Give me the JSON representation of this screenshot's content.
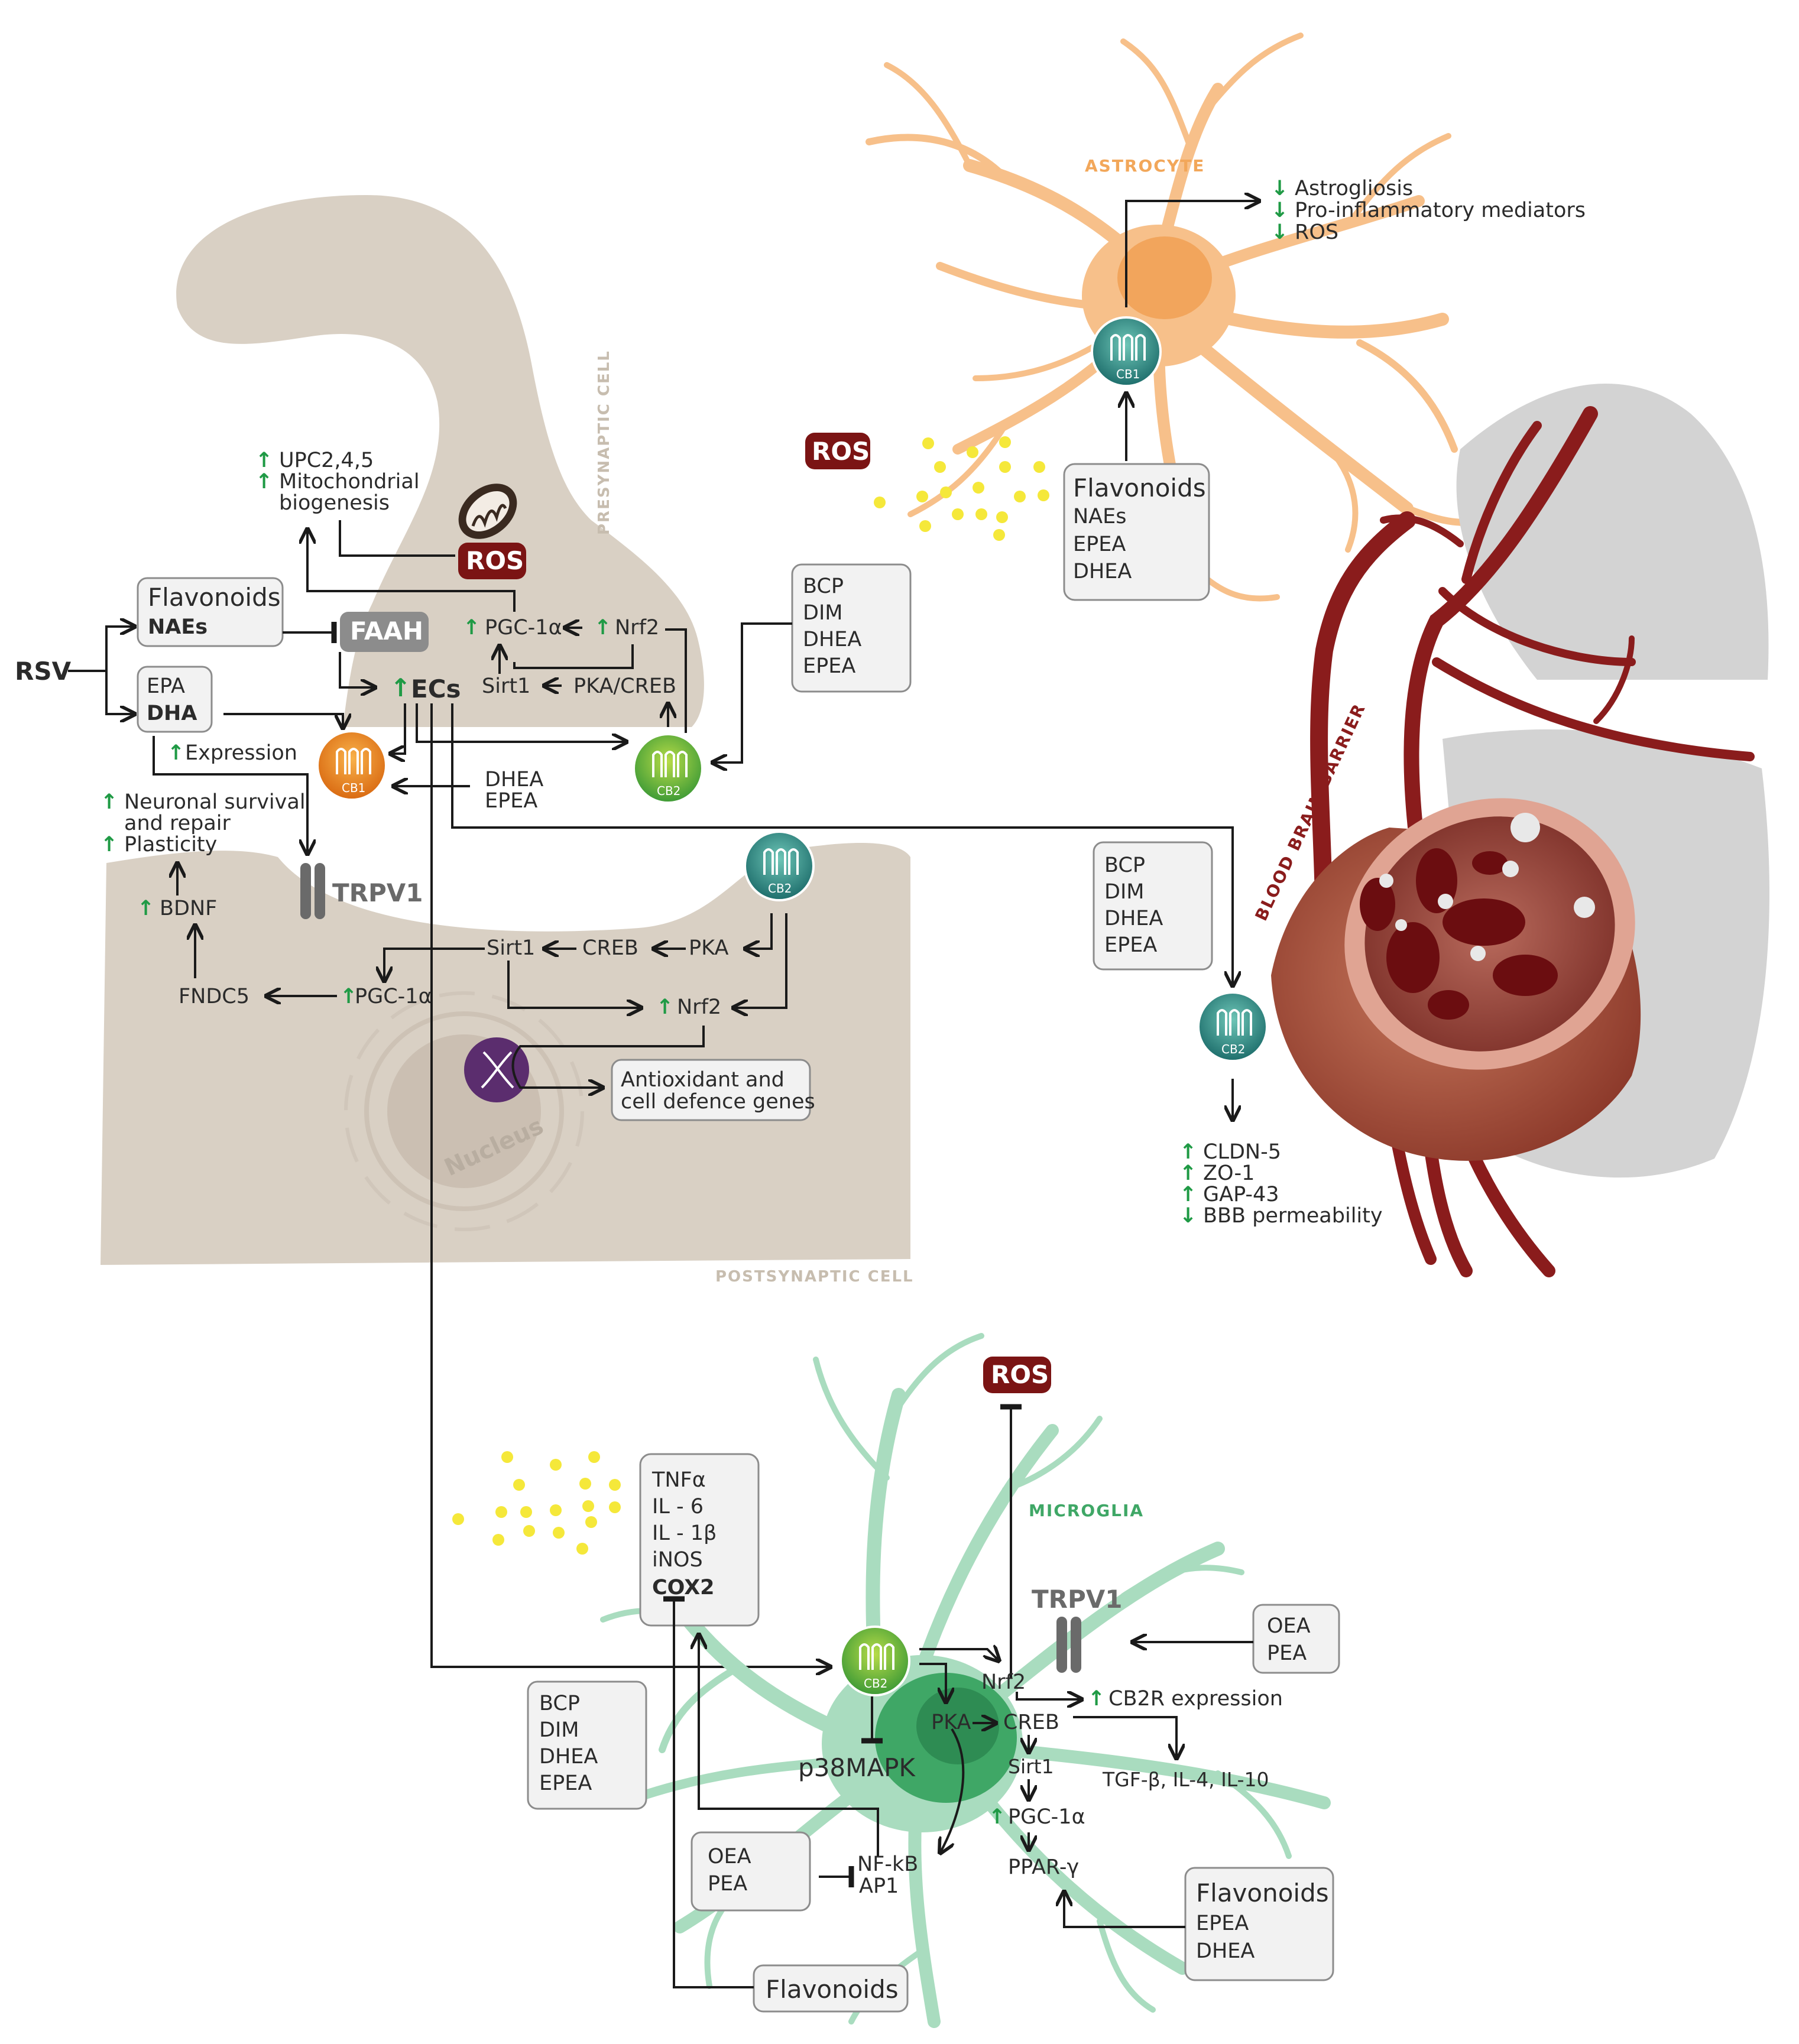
{
  "cells": {
    "astrocyte": "ASTROCYTE",
    "presynaptic": "PRESYNAPTIC CELL",
    "postsynaptic": "POSTSYNAPTIC CELL",
    "bbb": "BLOOD BRAIN BARRIER",
    "nucleus": "Nucleus",
    "microglia": "MICROGLIA"
  },
  "receptors": {
    "cb1": "CB1",
    "cb2": "CB2",
    "trpv1": "TRPV1"
  },
  "ros": "ROS",
  "astrocyte_effects": [
    "Astrogliosis",
    "Pro-inflammatory mediators",
    "ROS"
  ],
  "astro_box": [
    "Flavonoids",
    "NAEs",
    "EPEA",
    "DHEA"
  ],
  "mito_effects": [
    "UPC2,4,5",
    "Mitochondrial",
    "biogenesis"
  ],
  "rsv": "RSV",
  "naes_box": [
    "Flavonoids",
    "NAEs"
  ],
  "dha_box": [
    "EPA",
    "DHA"
  ],
  "faah": "FAAH",
  "ecs": "ECs",
  "pre_path": {
    "pgc": "PGC-1α",
    "nrf2": "Nrf2",
    "sirt1": "Sirt1",
    "pka_creb": "PKA/CREB"
  },
  "presyn_box": [
    "BCP",
    "DIM",
    "DHEA",
    "EPEA"
  ],
  "expression": "Expression",
  "dhea_epea": [
    "DHEA",
    "EPEA"
  ],
  "neuronal": [
    "Neuronal survival",
    "and repair",
    "Plasticity"
  ],
  "post_path": {
    "bdnf": "BDNF",
    "fndc5": "FNDC5",
    "pgc": "PGC-1α",
    "sirt1": "Sirt1",
    "creb": "CREB",
    "pka": "PKA",
    "nrf2": "Nrf2"
  },
  "antioxidant": [
    "Antioxidant and",
    "cell defence genes"
  ],
  "bbb_box": [
    "BCP",
    "DIM",
    "DHEA",
    "EPEA"
  ],
  "bbb_effects": [
    "CLDN-5",
    "ZO-1",
    "GAP-43",
    "BBB permeability"
  ],
  "cytokines": [
    "TNFα",
    "IL - 6",
    "IL - 1β",
    "iNOS",
    "COX2"
  ],
  "micro_box_left": [
    "BCP",
    "DIM",
    "DHEA",
    "EPEA"
  ],
  "micro_oea_right": [
    "OEA",
    "PEA"
  ],
  "micro_oea_left": [
    "OEA",
    "PEA"
  ],
  "micro_flav_right": [
    "Flavonoids",
    "EPEA",
    "DHEA"
  ],
  "micro_flav_bottom": "Flavonoids",
  "micro_path": {
    "nrf2": "Nrf2",
    "cb2r": "CB2R expression",
    "pka": "PKA",
    "creb": "CREB",
    "sirt1": "Sirt1",
    "tgf": "TGF-β, IL-4, IL-10",
    "p38": "p38MAPK",
    "pgc": "PGC-1α",
    "ppar": "PPAR-γ",
    "nfkb": "NF-kB",
    "ap1": "AP1"
  },
  "colors": {
    "neuron": "#d9d0c4",
    "astrocyte": "#f7c08a",
    "microglia": "#a9dcbf",
    "vessel": "#8a1c1c",
    "ros": "#7b1414",
    "up_arrow": "#1f9a45"
  }
}
